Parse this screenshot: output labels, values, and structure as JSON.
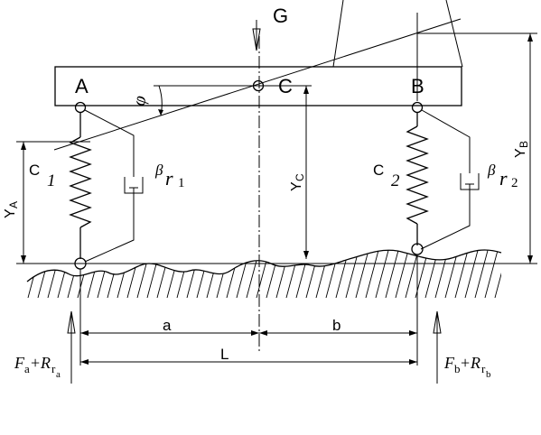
{
  "labels": {
    "G": "G",
    "A": "A",
    "B": "B",
    "C": "C",
    "phi": "φ",
    "C1": "C",
    "C1_sub": "1",
    "C2": "C",
    "C2_sub": "2",
    "beta_r1": "β",
    "beta_r1_r": "r",
    "beta_r1_sub": "1",
    "beta_r2": "β",
    "beta_r2_r": "r",
    "beta_r2_sub": "2",
    "YA": "Y",
    "YA_sub": "A",
    "YB": "Y",
    "YB_sub": "B",
    "YC": "Y",
    "YC_sub": "C",
    "a": "a",
    "b": "b",
    "L": "L",
    "Fa": "F",
    "Fa_sub": "a",
    "Fa_plus": "+",
    "Fa_R": "R",
    "Fa_r": "r",
    "Fa_r_sub": "a",
    "Fb": "F",
    "Fb_sub": "b",
    "Fb_plus": "+",
    "Fb_R": "R",
    "Fb_r": "r",
    "Fb_r_sub": "b"
  }
}
